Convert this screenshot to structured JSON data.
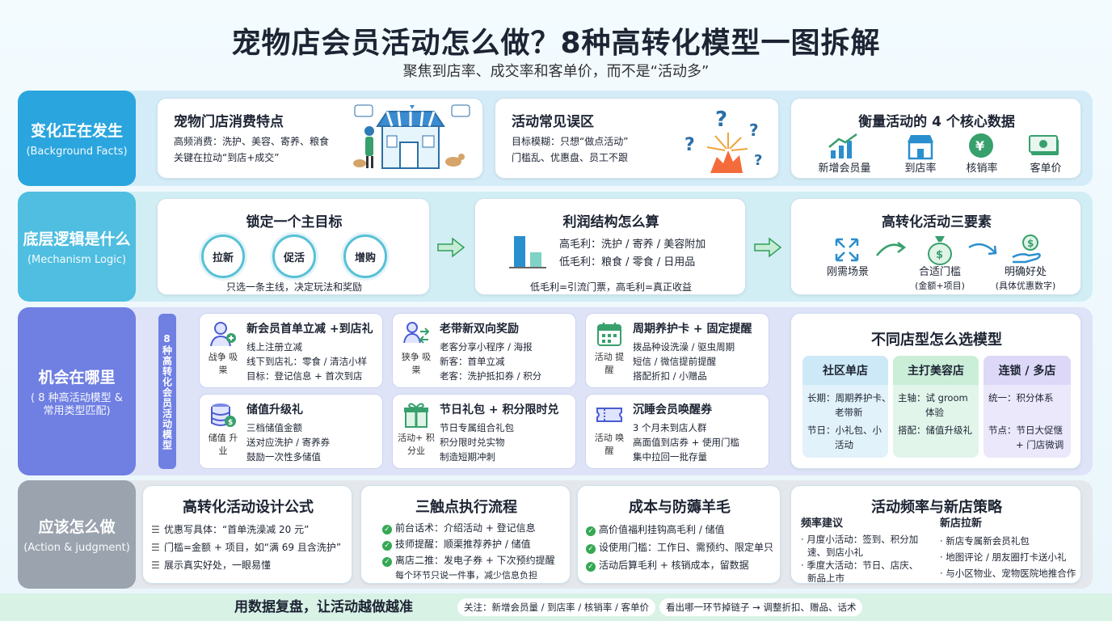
{
  "header": {
    "title": "宠物店会员活动怎么做？8种高转化模型一图拆解",
    "subtitle": "聚焦到店率、成交率和客单价，而不是“活动多”"
  },
  "rows": {
    "r1": {
      "zh": "变化正在发生",
      "en": "(Background Facts)",
      "color": "#2aa5de"
    },
    "r2": {
      "zh": "底层逻辑是什么",
      "en": "(Mechanism Logic)",
      "color": "#4fbee0"
    },
    "r3": {
      "zh": "机会在哪里",
      "en": "( 8 种高活动模型 & 常用类型匹配)",
      "color": "#6f7fe2"
    },
    "r4": {
      "zh": "应该怎么做",
      "en": "(Action & judgment)",
      "color": "#9aa3ae"
    }
  },
  "background": {
    "store": {
      "title": "宠物门店消费特点",
      "lines": [
        "高频消费：洗护、美容、寄养、粮食",
        "关键在拉动“到店+成交”"
      ]
    },
    "mistakes": {
      "title": "活动常见误区",
      "lines": [
        "目标模糊：只想“做点活动”",
        "门槛乱、优惠盘、员工不跟"
      ]
    },
    "metrics": {
      "title": "衡量活动的 4 个核心数据",
      "items": [
        "新增会员量",
        "到店率",
        "核销率",
        "客单价"
      ]
    }
  },
  "logic": {
    "goal": {
      "title": "锁定一个主目标",
      "circles": [
        "拉新",
        "促活",
        "增购"
      ],
      "note": "只选一条主线，决定玩法和奖励"
    },
    "profit": {
      "title": "利润结构怎么算",
      "high": "高毛利：洗护 / 寄养 / 美容附加",
      "low": "低毛利：粮食 / 零食 / 日用品",
      "note": "低毛利=引流门票，高毛利=真正收益"
    },
    "elements": {
      "title": "高转化活动三要素",
      "items": [
        {
          "label": "刚需场景",
          "sub": ""
        },
        {
          "label": "合适门槛",
          "sub": "(金额+项目)"
        },
        {
          "label": "明确好处",
          "sub": "(具体优惠数字)"
        }
      ]
    }
  },
  "models": {
    "side_label": "8种高转化会员活动模型",
    "cards": [
      {
        "icon_label": "战争 吸粜",
        "title": "新会员首单立减 +到店礼",
        "lines": [
          "线上注册立减",
          "线下到店礼：零食 / 清洁小样",
          "目标：登记信息 + 首次到店"
        ]
      },
      {
        "icon_label": "狭争 吸粜",
        "title": "老带新双向奖励",
        "lines": [
          "老客分享小程序 / 海报",
          "新客：首单立减",
          "老客：洗护抵扣券 / 积分"
        ]
      },
      {
        "icon_label": "活动 提醒",
        "title": "周期养护卡 + 固定提醒",
        "lines": [
          "拨品种设洗澡 / 驱虫周期",
          "短信 / 微信提前提醒",
          "搭配折扣 / 小赠品"
        ]
      },
      {
        "icon_label": "储值 升业",
        "title": "储值升级礼",
        "lines": [
          "三档储值金额",
          "送对应洗护 / 寄养券",
          "鼓励一次性多储值"
        ]
      },
      {
        "icon_label": "活动+ 积分业",
        "title": "节日礼包 + 积分限时兑",
        "lines": [
          "节日专属组合礼包",
          "积分限时兑实物",
          "制造短期冲刺"
        ]
      },
      {
        "icon_label": "活动 唤醒",
        "title": "沉睡会员唤醒券",
        "lines": [
          "3 个月未到店人群",
          "高面值到店券 + 使用门槛",
          "集中拉回一批存量"
        ]
      }
    ],
    "store_types": {
      "title": "不同店型怎么选模型",
      "cols": [
        {
          "head": "社区单店",
          "lines": [
            "长期：周期养护卡、",
            "老带新",
            "节日：小礼包、小",
            "活动"
          ]
        },
        {
          "head": "主打美容店",
          "lines": [
            "主轴：试 groom",
            "体验",
            "搭配：储值升级礼"
          ]
        },
        {
          "head": "连锁 / 多店",
          "lines": [
            "统一：积分体系",
            "",
            "节点：节日大促惬",
            "+ 门店微调"
          ]
        }
      ]
    }
  },
  "action": {
    "formula": {
      "title": "高转化活动设计公式",
      "lines": [
        "优惠写具体：“首单洗澡减 20 元”",
        "门槛=金额 + 项目，如“满 69 且含洗护”",
        "展示真实好处，一眼易懂"
      ]
    },
    "touch": {
      "title": "三触点执行流程",
      "lines": [
        "前台话术：介绍活动 + 登记信息",
        "技师提醒：顺渠推荐养护 / 储值",
        "离店二推：发电子券 + 下次预约提醒"
      ],
      "note": "每个环节只说一件事，减少信息负担"
    },
    "cost": {
      "title": "成本与防薅羊毛",
      "lines": [
        "高价值福利挂钩高毛利 / 储值",
        "设使用门槛：工作日、需预约、限定单只",
        "活动后算毛利 + 核销成本，留数据"
      ]
    },
    "strategy": {
      "title": "活动频率与新店策略",
      "freq": {
        "head": "频率建议",
        "lines": [
          "· 月度小活动：签到、积分加",
          "速、到店小礼",
          "· 季度大活动：节日、店庆、",
          "新品上市"
        ]
      },
      "newstore": {
        "head": "新店拉新",
        "lines": [
          "· 新店专属新会员礼包",
          "· 地图评论 / 朋友圈打卡送小礼",
          "· 与小区物业、宠物医院地推合作"
        ]
      }
    }
  },
  "footer": {
    "main": "用数据复盘，让活动越做越准",
    "pill1": "关注：新增会员量 / 到店率 / 核销率 / 客单价",
    "pill2": "看出哪一环节掉链子 → 调整折扣、赠品、话术"
  },
  "colors": {
    "green": "#2f9e57",
    "teal": "#4fbee0",
    "indigo": "#6f7fe2",
    "gray": "#9aa3ae",
    "blue": "#2aa5de"
  }
}
